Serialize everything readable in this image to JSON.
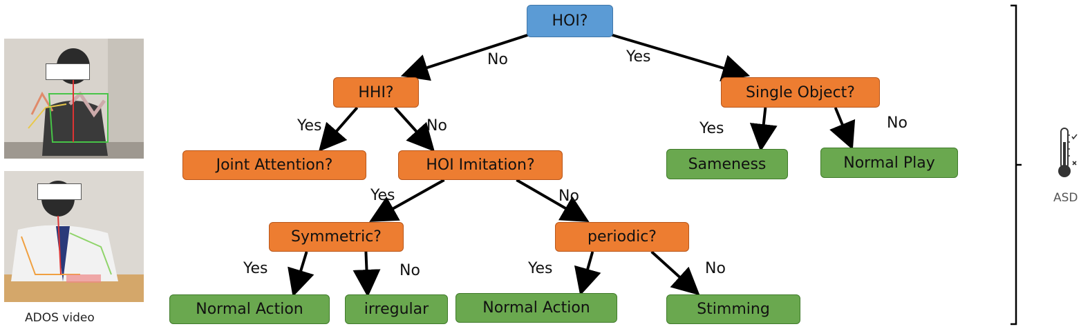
{
  "tree": {
    "nodes": [
      {
        "id": "hoi",
        "label": "HOI?",
        "color": "blue"
      },
      {
        "id": "hhi",
        "label": "HHI?",
        "color": "orange"
      },
      {
        "id": "single",
        "label": "Single Object?",
        "color": "orange"
      },
      {
        "id": "joint",
        "label": "Joint Attention?",
        "color": "orange"
      },
      {
        "id": "imitation",
        "label": "HOI Imitation?",
        "color": "orange"
      },
      {
        "id": "sameness",
        "label": "Sameness",
        "color": "green"
      },
      {
        "id": "normalplay",
        "label": "Normal Play",
        "color": "green"
      },
      {
        "id": "symmetric",
        "label": "Symmetric?",
        "color": "orange"
      },
      {
        "id": "periodic",
        "label": "periodic?",
        "color": "orange"
      },
      {
        "id": "normal1",
        "label": "Normal Action",
        "color": "green"
      },
      {
        "id": "irregular",
        "label": "irregular",
        "color": "green"
      },
      {
        "id": "normal2",
        "label": "Normal Action",
        "color": "green"
      },
      {
        "id": "stimming",
        "label": "Stimming",
        "color": "green"
      }
    ],
    "edges": [
      {
        "from": "hoi",
        "to": "hhi",
        "label": "No"
      },
      {
        "from": "hoi",
        "to": "single",
        "label": "Yes"
      },
      {
        "from": "hhi",
        "to": "joint",
        "label": "Yes"
      },
      {
        "from": "hhi",
        "to": "imitation",
        "label": "No"
      },
      {
        "from": "single",
        "to": "sameness",
        "label": "Yes"
      },
      {
        "from": "single",
        "to": "normalplay",
        "label": "No"
      },
      {
        "from": "imitation",
        "to": "symmetric",
        "label": "Yes"
      },
      {
        "from": "imitation",
        "to": "periodic",
        "label": "No"
      },
      {
        "from": "symmetric",
        "to": "normal1",
        "label": "Yes"
      },
      {
        "from": "symmetric",
        "to": "irregular",
        "label": "No"
      },
      {
        "from": "periodic",
        "to": "normal2",
        "label": "Yes"
      },
      {
        "from": "periodic",
        "to": "stimming",
        "label": "No"
      }
    ]
  },
  "video_caption": "ADOS video",
  "output_label": "ASD",
  "colors": {
    "blue": "#5b9bd5",
    "orange": "#ed7d31",
    "green": "#6aa84f"
  }
}
